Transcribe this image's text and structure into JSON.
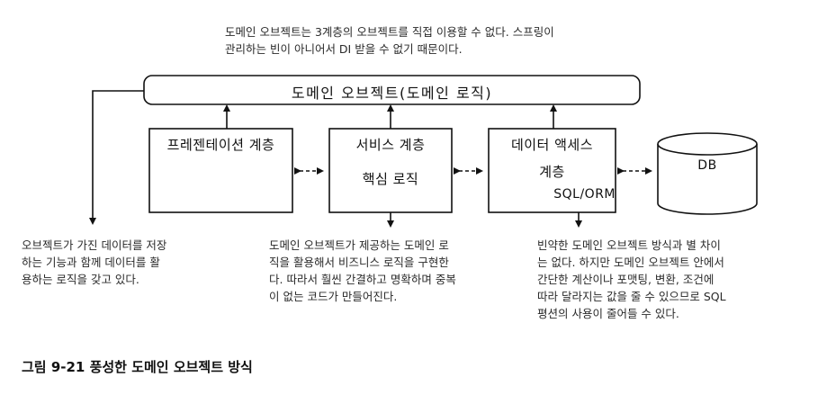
{
  "top_note": "도메인 오브젝트는 3계층의 오브젝트를 직접 이용할 수 없다. 스프링이\n관리하는 빈이 아니어서 DI 받을 수 없기 때문이다.",
  "domain_bar": {
    "label": "도메인 오브젝트(도메인 로직)"
  },
  "boxes": {
    "presentation": {
      "label": "프레젠테이션 계층"
    },
    "service": {
      "title": "서비스 계층",
      "subtitle": "핵심 로직"
    },
    "data_access": {
      "title": "데이터 액세스",
      "line2": "계층",
      "line3": "SQL/ORM"
    },
    "db": {
      "label": "DB"
    }
  },
  "notes": {
    "left": "오브젝트가 가진 데이터를 저장\n하는 기능과 함께 데이터를 활\n용하는 로직을 갖고 있다.",
    "middle": "도메인 오브젝트가 제공하는 도메인 로\n직을 활용해서 비즈니스 로직을 구현한\n다. 따라서 훨씬 간결하고 명확하며 중복\n이 없는 코드가 만들어진다.",
    "right": "빈약한 도메인 오브젝트 방식과 별 차이\n는 없다. 하지만 도메인 오브젝트 안에서\n간단한 계산이나 포맷팅, 변환, 조건에\n따라 달라지는 값을 줄 수 있으므로 SQL\n평션의 사용이 줄어들 수 있다."
  },
  "caption": "그림 9-21 풍성한 도메인 오브젝트 방식"
}
